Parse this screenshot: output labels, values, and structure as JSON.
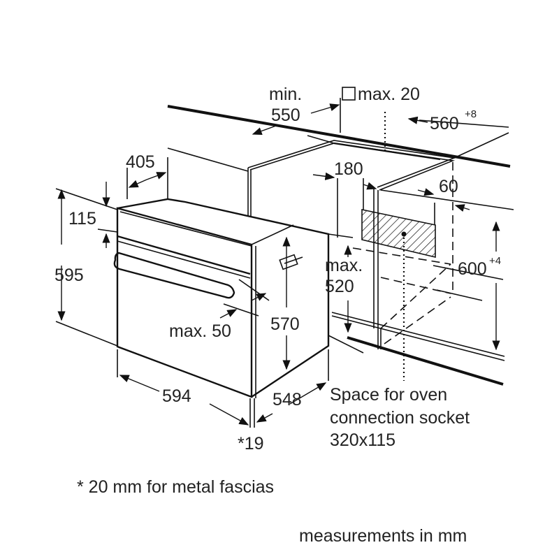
{
  "dimensions": {
    "min_label": "min.",
    "d550": "550",
    "max20": "max. 20",
    "d560": "560",
    "d560_tol": "+8",
    "d405": "405",
    "d180": "180",
    "d60": "60",
    "d115": "115",
    "d595": "595",
    "max_label": "max.",
    "d520": "520",
    "d600": "600",
    "d600_tol": "+4",
    "max50": "max. 50",
    "d570": "570",
    "d594": "594",
    "d548": "548",
    "d19": "*19"
  },
  "socket_note": {
    "line1": "Space for oven",
    "line2": "connection socket",
    "line3": "320x115"
  },
  "footnote": "* 20 mm for metal fascias",
  "units_note": "measurements in mm"
}
